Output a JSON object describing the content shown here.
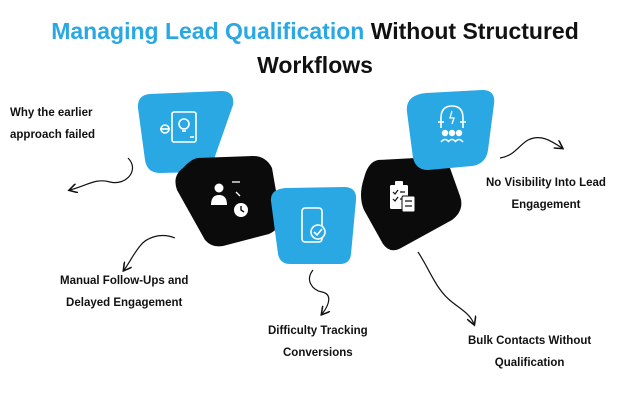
{
  "title": {
    "highlight": "Managing Lead Qualification",
    "rest_line1": " Without Structured",
    "line2": "Workflows"
  },
  "colors": {
    "accent": "#2aa8e4",
    "dark": "#0b0b0b",
    "text": "#111111"
  },
  "items": [
    {
      "label_line1": "Why the earlier",
      "label_line2": "approach failed",
      "tile_color": "blue",
      "icon": "idea-document-icon"
    },
    {
      "label_line1": "Manual Follow-Ups and",
      "label_line2": "Delayed Engagement",
      "tile_color": "black",
      "icon": "user-clock-icon"
    },
    {
      "label_line1": "Difficulty Tracking",
      "label_line2": "Conversions",
      "tile_color": "blue",
      "icon": "phone-check-icon"
    },
    {
      "label_line1": "Bulk Contacts Without",
      "label_line2": "Qualification",
      "tile_color": "black",
      "icon": "checklist-icon"
    },
    {
      "label_line1": "No Visibility Into Lead",
      "label_line2": "Engagement",
      "tile_color": "blue",
      "icon": "magnet-people-icon"
    }
  ]
}
